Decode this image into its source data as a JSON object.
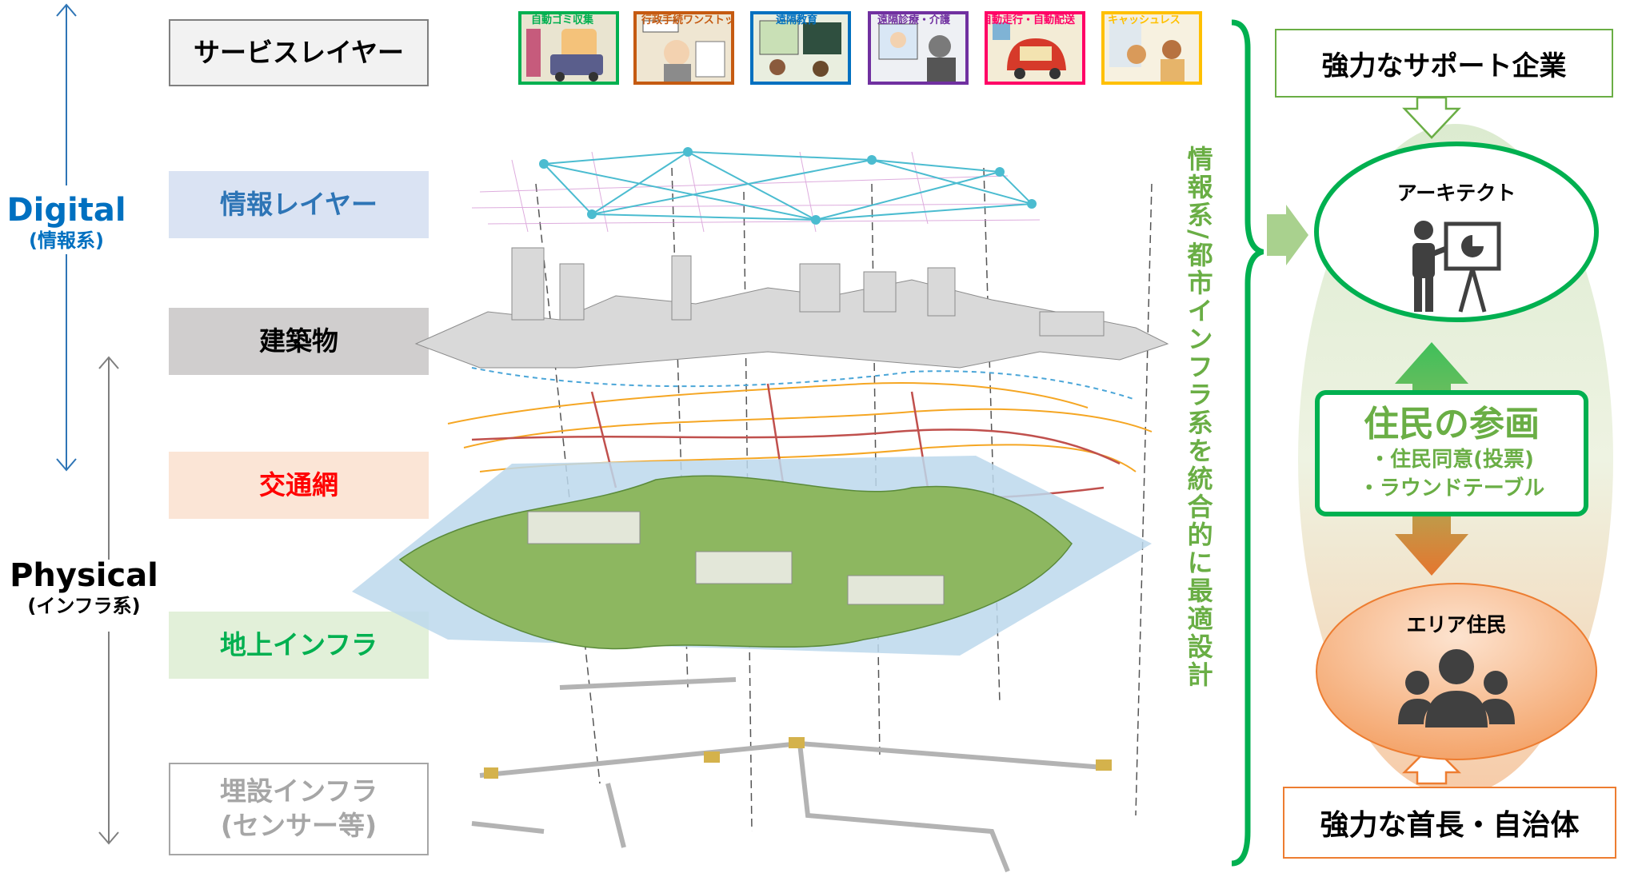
{
  "left": {
    "digital_title": "Digital",
    "digital_sub": "(情報系)",
    "physical_title": "Physical",
    "physical_sub": "(インフラ系)"
  },
  "layers": [
    {
      "label": "サービスレイヤー",
      "bg": "#f2f2f2",
      "border": "#7f7f7f",
      "color": "#000000"
    },
    {
      "label": "情報レイヤー",
      "bg": "#dae3f3",
      "border": "none",
      "color": "#2e75b6"
    },
    {
      "label": "建築物",
      "bg": "#d0cece",
      "border": "none",
      "color": "#000000"
    },
    {
      "label": "交通網",
      "bg": "#fbe5d6",
      "border": "none",
      "color": "#ff0000"
    },
    {
      "label": "地上インフラ",
      "bg": "#e2f0d9",
      "border": "none",
      "color": "#00b050"
    },
    {
      "label": "埋設インフラ\n(センサー等)",
      "bg": "#ffffff",
      "border": "#a6a6a6",
      "color": "#a6a6a6"
    }
  ],
  "services": [
    {
      "label": "自動ゴミ収集",
      "color": "#00b050"
    },
    {
      "label": "行政手続ワンストップ",
      "color": "#c55a11"
    },
    {
      "label": "遠隔教育",
      "color": "#0070c0"
    },
    {
      "label": "遠隔診療・介護",
      "color": "#7030a0"
    },
    {
      "label": "自動走行・自動配送",
      "color": "#ff0066"
    },
    {
      "label": "キャッシュレス",
      "color": "#ffc000"
    }
  ],
  "vertical_text": "情報系/都市インフラ系を統合的に最適設計",
  "right": {
    "support": "強力なサポート企業",
    "architect": "アーキテクト",
    "participation_title": "住民の参画",
    "participation_item1": "・住民同意(投票)",
    "participation_item2": "・ラウンドテーブル",
    "residents": "エリア住民",
    "mayor": "強力な首長・自治体"
  },
  "colors": {
    "digital_blue": "#0070c0",
    "green": "#00b050",
    "orange": "#ed7d31",
    "light_green": "#6aae45"
  }
}
